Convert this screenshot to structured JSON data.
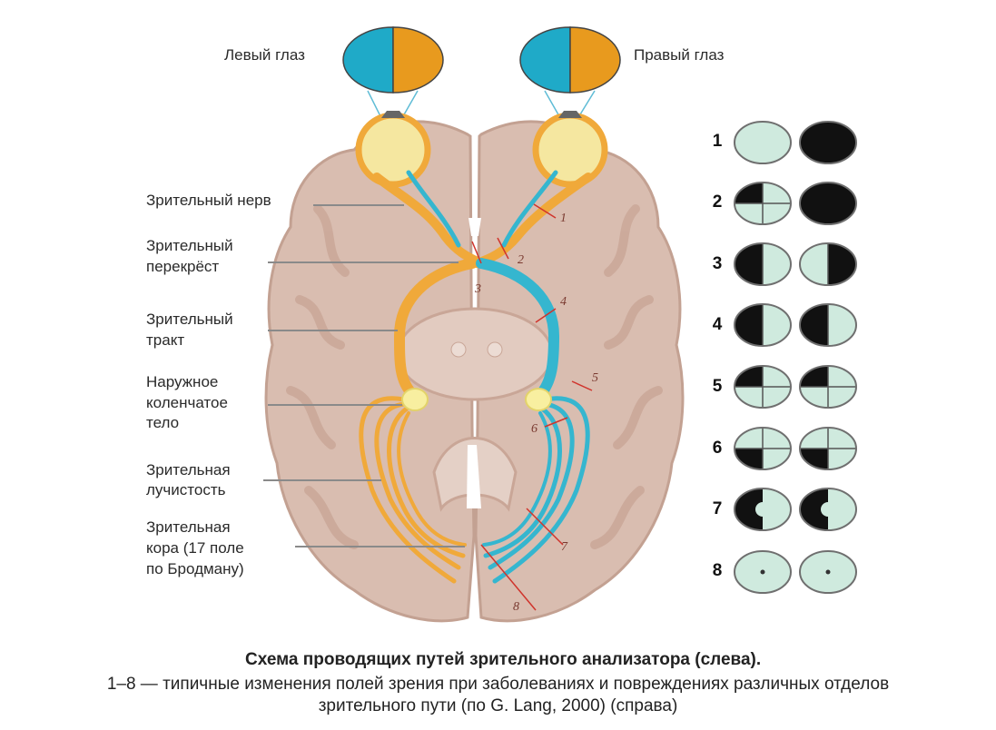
{
  "labels": {
    "left_eye": "Левый глаз",
    "right_eye": "Правый глаз",
    "optic_nerve": "Зрительный нерв",
    "chiasm_line1": "Зрительный",
    "chiasm_line2": "перекрёст",
    "tract_line1": "Зрительный",
    "tract_line2": "тракт",
    "lgn_line1": "Наружное",
    "lgn_line2": "коленчатое",
    "lgn_line3": "тело",
    "radiation_line1": "Зрительная",
    "radiation_line2": "лучистость",
    "cortex_line1": "Зрительная",
    "cortex_line2": "кора (17 поле",
    "cortex_line3": "по Бродману)"
  },
  "lesion_markers": [
    "1",
    "2",
    "3",
    "4",
    "5",
    "6",
    "7",
    "8"
  ],
  "visual_fields": [
    {
      "number": "1",
      "left": "full-normal",
      "right": "full-black"
    },
    {
      "number": "2",
      "left": "upper-left-quadrant-black",
      "right": "full-black"
    },
    {
      "number": "3",
      "left": "left-half-black",
      "right": "right-half-black"
    },
    {
      "number": "4",
      "left": "left-half-black",
      "right": "left-half-black"
    },
    {
      "number": "5",
      "left": "upper-left-quadrant-black",
      "right": "upper-left-quadrant-black"
    },
    {
      "number": "6",
      "left": "lower-left-quadrant-black",
      "right": "lower-left-quadrant-black"
    },
    {
      "number": "7",
      "left": "left-half-black-macula-spared",
      "right": "left-half-black-macula-spared"
    },
    {
      "number": "8",
      "left": "central-scotoma",
      "right": "central-scotoma"
    }
  ],
  "caption": {
    "title": "Схема проводящих путей зрительного анализатора (слева).",
    "line2": "1–8 — типичные изменения полей зрения при заболеваниях и повреждениях различных отделов",
    "line3": "зрительного пути (по G. Lang, 2000) (справа)"
  },
  "colors": {
    "brain": "#d9bdb0",
    "brain_dark": "#c9a697",
    "left_pathway": "#f0a93a",
    "right_pathway": "#35b6cf",
    "lgn": "#f8efa0",
    "field_normal": "#cfeade",
    "field_black": "#111111",
    "lesion": "#d0342c"
  }
}
